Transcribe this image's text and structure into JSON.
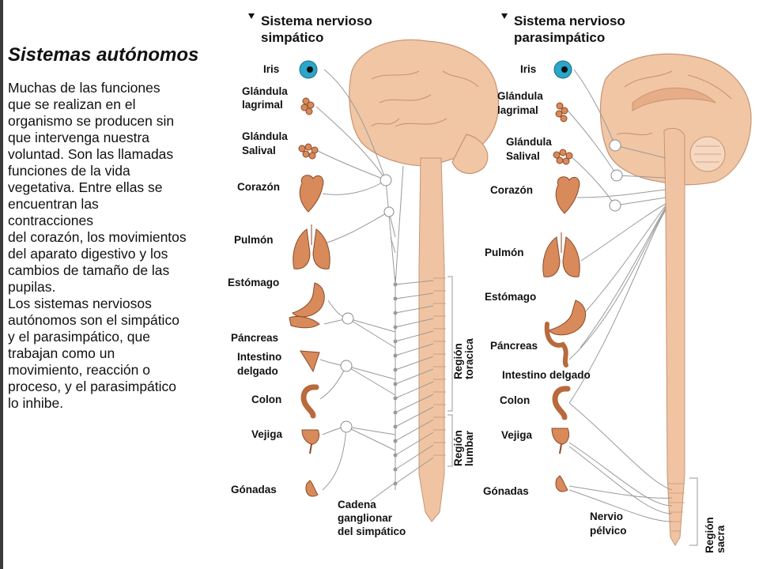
{
  "left": {
    "title": "Sistemas autónomos",
    "lines": [
      "Muchas de las funciones",
      "que se realizan en el",
      "organismo se producen sin",
      "que intervenga nuestra",
      "voluntad. Son las llamadas",
      "funciones de la vida",
      "vegetativa. Entre ellas se",
      "encuentran las",
      "contracciones",
      "del corazón, los movimientos",
      "del aparato digestivo y los",
      "cambios de tamaño de las",
      "pupilas.",
      "Los sistemas nerviosos",
      "autónomos son el simpático",
      "y el parasimpático, que",
      "trabajan como un",
      "movimiento, reacción o",
      "proceso, y el parasimpático",
      "lo inhibe."
    ]
  },
  "sympathetic": {
    "header_line1": "Sistema nervioso",
    "header_line2": "simpático",
    "organs": {
      "iris": "Iris",
      "lagrimal_1": "Glándula",
      "lagrimal_2": "lagrimal",
      "salival_1": "Glándula",
      "salival_2": "Salival",
      "corazon": "Corazón",
      "pulmon": "Pulmón",
      "estomago": "Estómago",
      "pancreas": "Páncreas",
      "intestino_1": "Intestino",
      "intestino_2": "delgado",
      "colon": "Colon",
      "vejiga": "Vejiga",
      "gonadas": "Gónadas"
    },
    "region_toracica_1": "Región",
    "region_toracica_2": "toracica",
    "region_lumbar_1": "Región",
    "region_lumbar_2": "lumbar",
    "cadena_1": "Cadena",
    "cadena_2": "ganglionar",
    "cadena_3": "del simpático"
  },
  "parasympathetic": {
    "header_line1": "Sistema nervioso",
    "header_line2": "parasimpático",
    "organs": {
      "iris": "Iris",
      "lagrimal_1": "Glándula",
      "lagrimal_2": "lagrimal",
      "salival_1": "Glándula",
      "salival_2": "Salival",
      "corazon": "Corazón",
      "pulmon": "Pulmón",
      "estomago": "Estómago",
      "pancreas": "Páncreas",
      "intestino": "Intestino delgado",
      "colon": "Colon",
      "vejiga": "Vejiga",
      "gonadas": "Gónadas"
    },
    "nervio_1": "Nervio",
    "nervio_2": "pélvico",
    "region_sacra_1": "Región",
    "region_sacra_2": "sacra"
  },
  "colors": {
    "organ": "#d98a5a",
    "brain": "#f1c6a4",
    "eye": "#2aa6c8",
    "nerve": "#9a9a9a"
  }
}
